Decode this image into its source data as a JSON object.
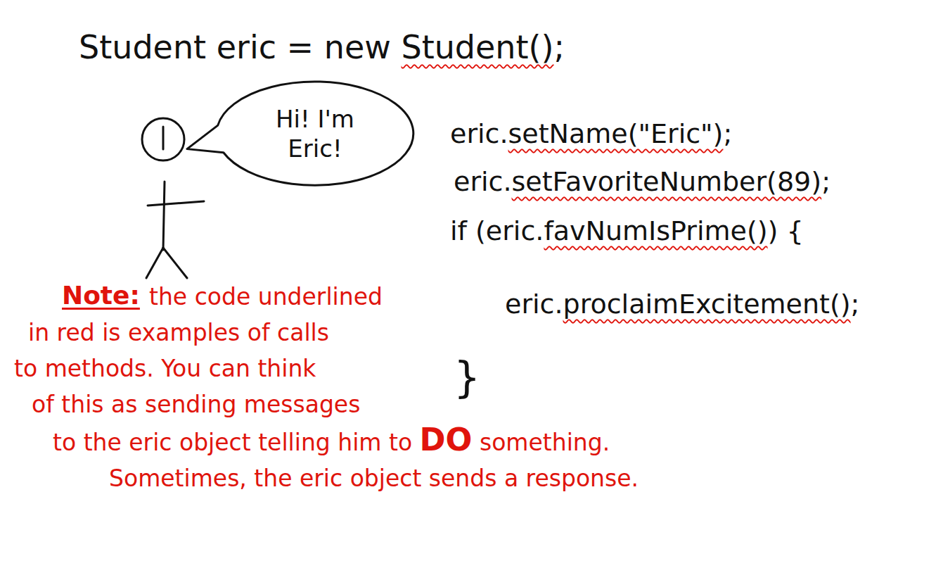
{
  "diagram": {
    "nodes": [
      {
        "text": [
          "Hi! I'm Eric!"
        ]
      }
    ],
    "labels": [
      "Student eric = new Student();",
      "eric.setName(\"Eric\");",
      "eric.setFavoriteNumber(89);",
      "if (eric.favNumIsPrime()) {",
      "eric.proclaimExcitement();",
      "}",
      "Note:",
      "the code underlined in red is examples of calls to methods. You can think of this as sending messages to the eric object telling him to DO something. Sometimes, the eric object sends a response."
    ]
  }
}
